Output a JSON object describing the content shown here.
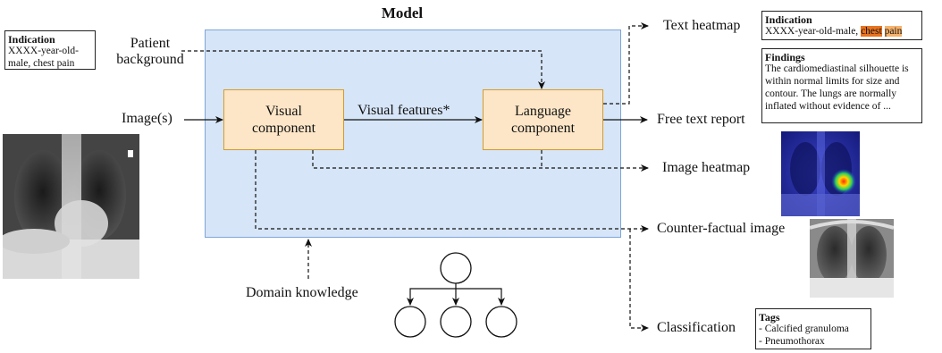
{
  "model": {
    "title": "Model"
  },
  "components": {
    "visual": {
      "line1": "Visual",
      "line2": "component"
    },
    "language": {
      "line1": "Language",
      "line2": "component"
    }
  },
  "inputs": {
    "patient_background": {
      "line1": "Patient",
      "line2": "background"
    },
    "images": "Image(s)",
    "domain_knowledge": "Domain knowledge"
  },
  "edges": {
    "visual_features": "Visual features*"
  },
  "outputs": {
    "text_heatmap": "Text heatmap",
    "free_text_report": "Free text report",
    "image_heatmap": "Image heatmap",
    "counterfactual_image": "Counter-factual image",
    "classification": "Classification"
  },
  "notes": {
    "input_indication": {
      "title": "Indication",
      "line1": "XXXX-year-old-",
      "line2": "male, chest pain"
    },
    "heatmap_indication": {
      "title": "Indication",
      "text": "XXXX-year-old-male, ",
      "word1": "chest",
      "space": " ",
      "word2": "pain"
    },
    "findings": {
      "title": "Findings",
      "text": "The cardiomediastinal silhouette is within normal limits for size and contour. The lungs are normally inflated without evidence of ..."
    },
    "tags": {
      "title": "Tags",
      "item1": "- Calcified granuloma",
      "item2": "- Pneumothorax"
    }
  },
  "colors": {
    "model_fill": "#d6e5f7",
    "model_border": "#7ea6d8",
    "component_fill": "#fde6c7",
    "component_border": "#d79b2a",
    "highlight_strong": "#e8731f",
    "highlight_light": "#f6b26b"
  }
}
